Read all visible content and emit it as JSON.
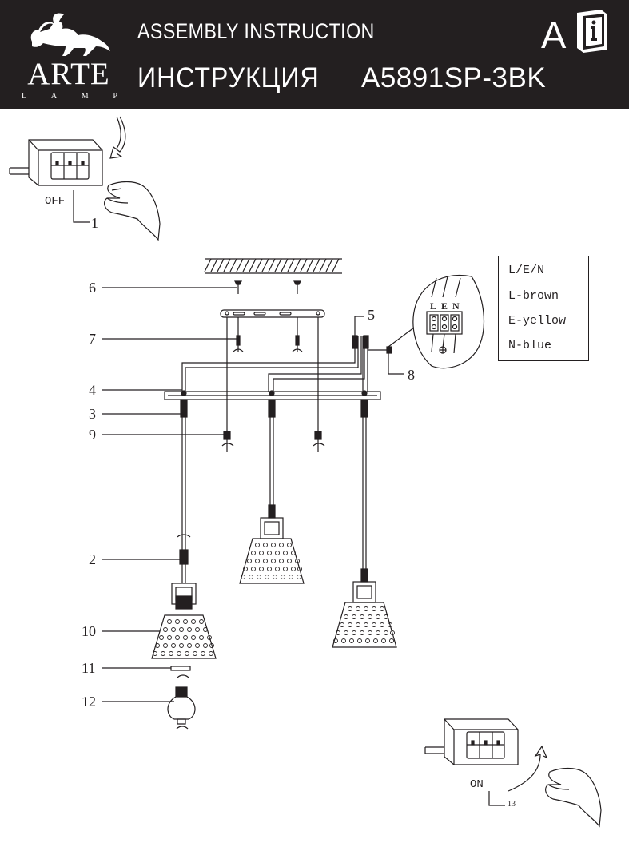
{
  "header": {
    "brand": "ARTE",
    "brand_sub": [
      "L",
      "A",
      "M",
      "P"
    ],
    "title_en": "ASSEMBLY INSTRUCTION",
    "title_ru": "ИНСТРУКЦИЯ",
    "model": "A5891SP-3BK",
    "letter": "A",
    "logo_icon": "griffin-logo-icon",
    "manual_icon": "info-book-icon",
    "colors": {
      "background": "#231f20",
      "text": "#ffffff"
    }
  },
  "switch_off": {
    "label": "OFF",
    "step": "1"
  },
  "switch_on": {
    "label": "ON",
    "step": "13"
  },
  "legend": {
    "lines": [
      "L/E/N",
      "L-brown",
      "E-yellow",
      "N-blue"
    ]
  },
  "terminal_labels": [
    "L",
    "E",
    "N"
  ],
  "parts": [
    "6",
    "7",
    "5",
    "8",
    "4",
    "3",
    "9",
    "2",
    "10",
    "11",
    "12"
  ]
}
